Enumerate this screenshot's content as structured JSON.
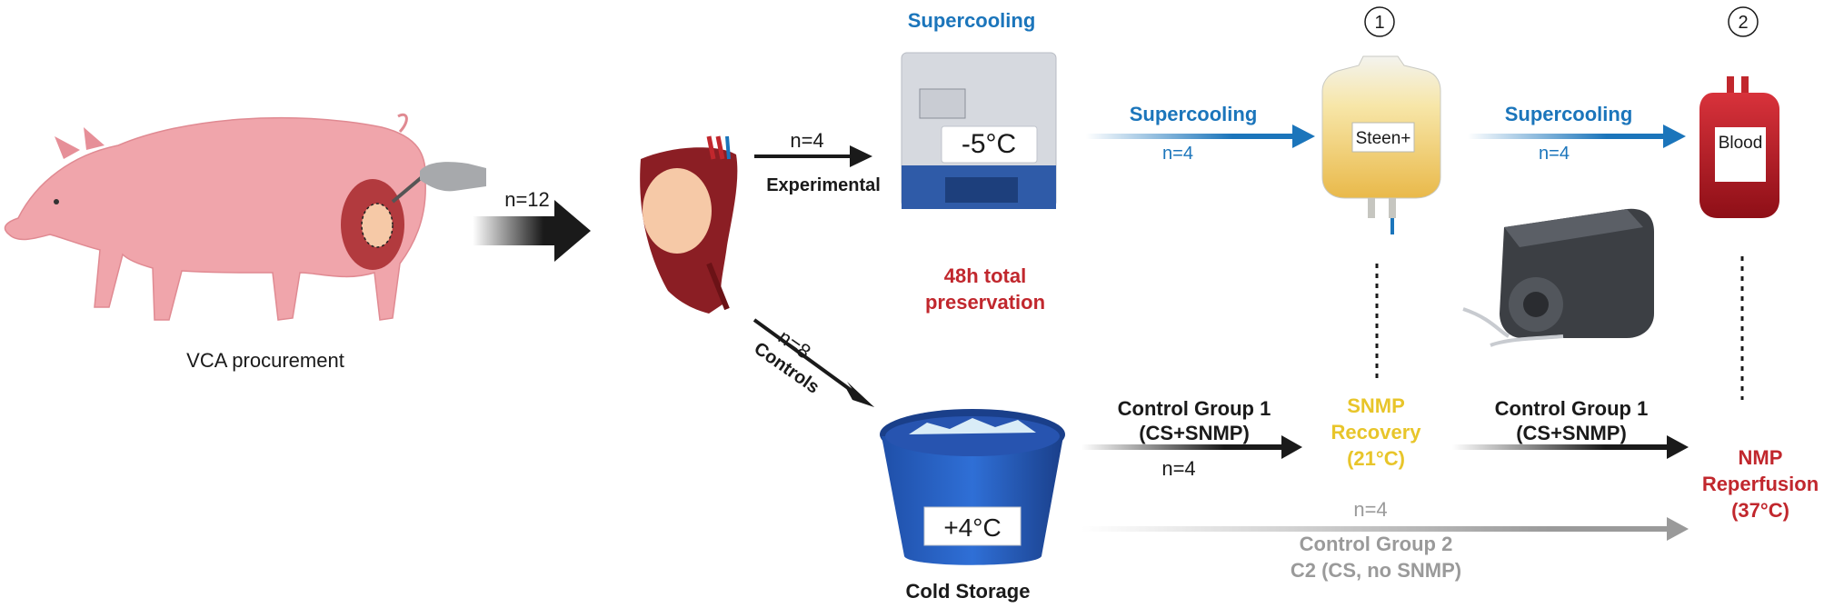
{
  "pig": {
    "label": "VCA procurement",
    "arrow_label": "n=12"
  },
  "experimental": {
    "n": "n=4",
    "label": "Experimental"
  },
  "controls": {
    "n": "n=8",
    "label": "Controls"
  },
  "supercooling": {
    "title": "Supercooling",
    "freezer_temp": "-5°C",
    "preservation_line1": "48h total",
    "preservation_line2": "preservation",
    "arrow1_label": "Supercooling",
    "arrow1_n": "n=4",
    "arrow2_label": "Supercooling",
    "arrow2_n": "n=4"
  },
  "steps": {
    "step1": "1",
    "step2": "2"
  },
  "bags": {
    "steen": "Steen+",
    "blood": "Blood"
  },
  "cold_storage": {
    "temp": "+4°C",
    "label": "Cold Storage"
  },
  "control1": {
    "left_line1": "Control Group 1",
    "left_line2": "(CS+SNMP)",
    "left_n": "n=4",
    "right_line1": "Control Group 1",
    "right_line2": "(CS+SNMP)"
  },
  "snmp": {
    "line1": "SNMP",
    "line2": "Recovery",
    "line3": "(21°C)"
  },
  "nmp": {
    "line1": "NMP",
    "line2": "Reperfusion",
    "line3": "(37°C)"
  },
  "control2": {
    "n": "n=4",
    "line1": "Control Group 2",
    "line2": "C2 (CS, no SNMP)"
  },
  "colors": {
    "blue": "#1b75bb",
    "red": "#c1272d",
    "yellow": "#e8c52a",
    "gray": "#9a9a9a",
    "dark": "#1a1a1a"
  }
}
